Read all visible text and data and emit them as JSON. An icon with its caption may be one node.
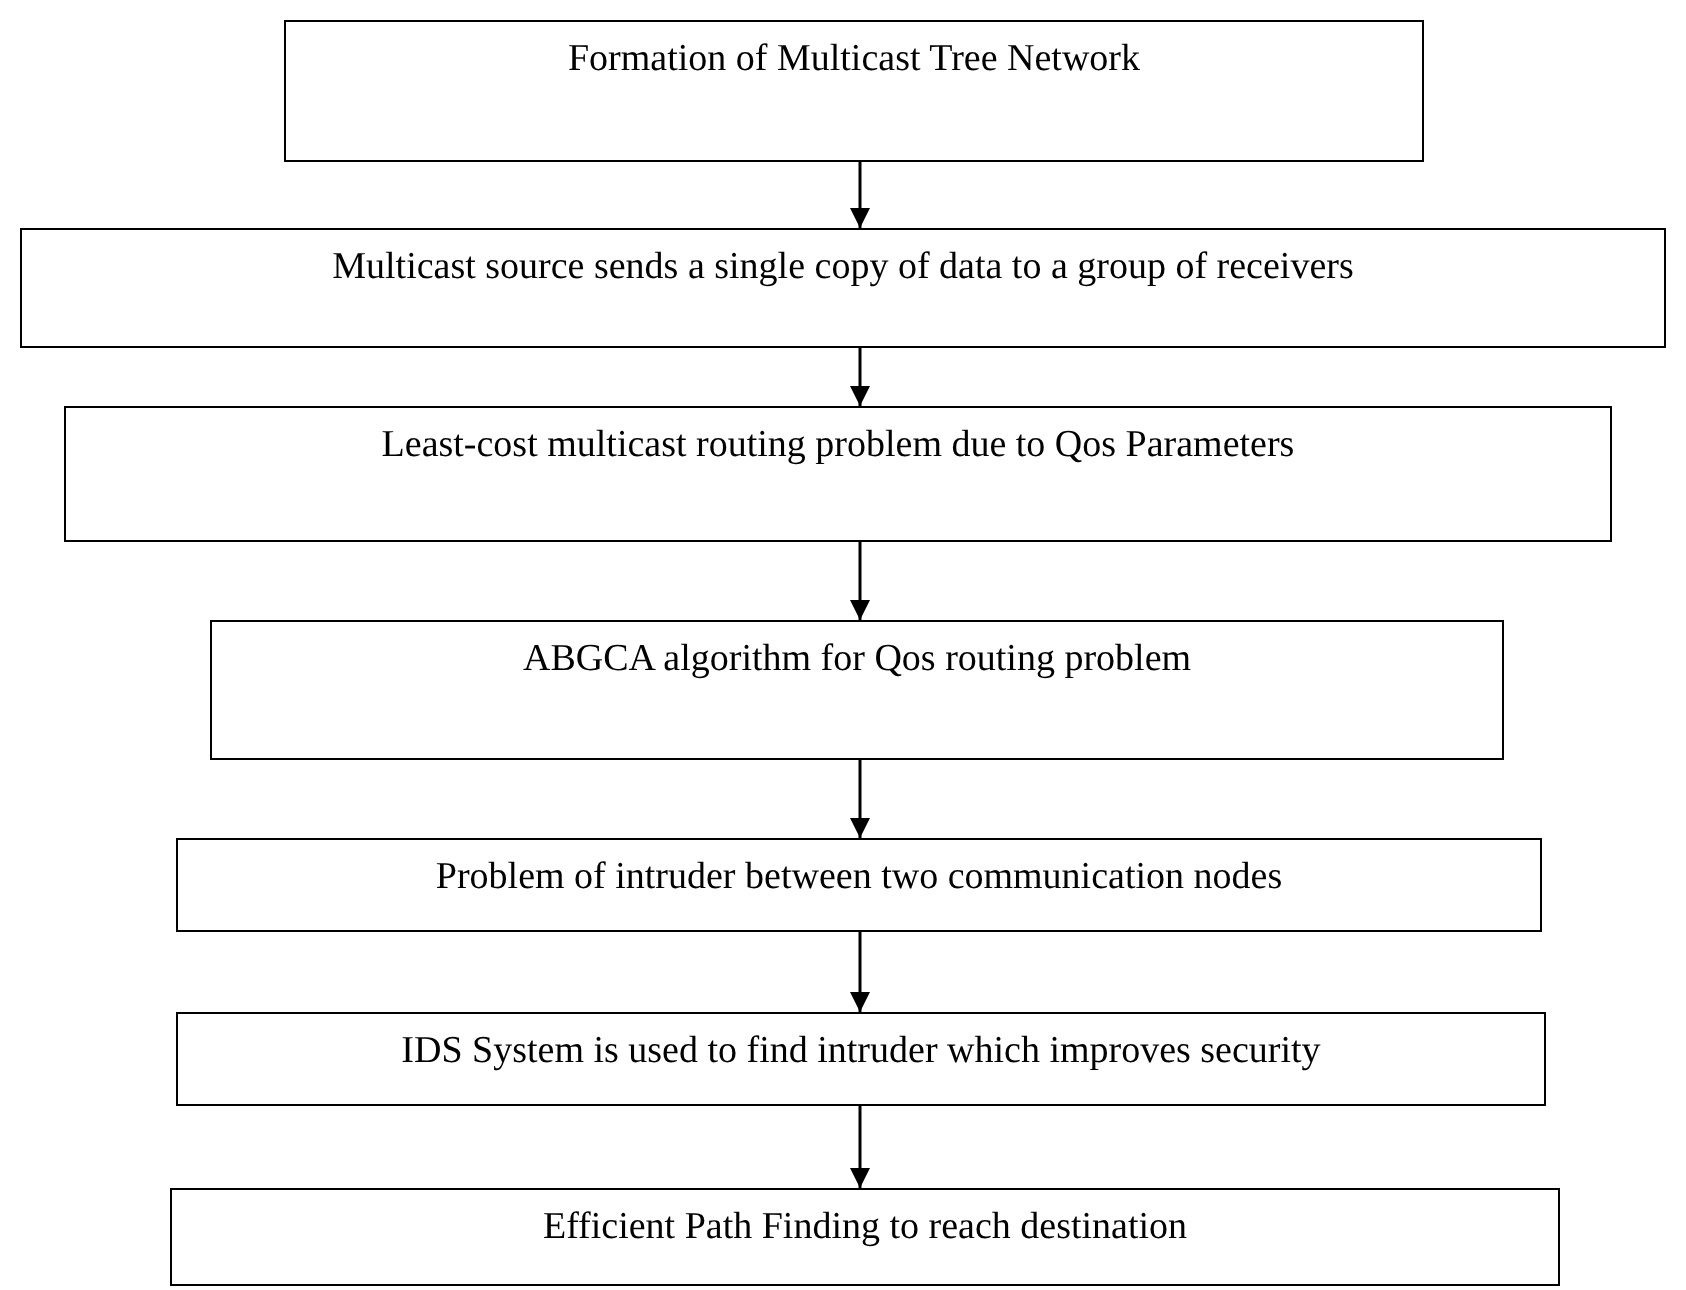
{
  "diagram": {
    "nodes": [
      {
        "text": [
          "Formation of Multicast Tree Network"
        ]
      },
      {
        "text": [
          "Multicast source sends a single copy of data to a group of receivers"
        ]
      },
      {
        "text": [
          "Least-cost multicast routing problem due to Qos Parameters"
        ]
      },
      {
        "text": [
          "ABGCA algorithm for Qos routing problem"
        ]
      },
      {
        "text": [
          "Problem of intruder between two communication nodes"
        ]
      },
      {
        "text": [
          "IDS System is used to find intruder which improves security"
        ]
      },
      {
        "text": [
          "Efficient Path Finding to reach destination"
        ]
      }
    ],
    "edges": [
      {
        "from": 0,
        "to": 1,
        "arrow": "to"
      },
      {
        "from": 1,
        "to": 2,
        "arrow": "to"
      },
      {
        "from": 2,
        "to": 3,
        "arrow": "to"
      },
      {
        "from": 3,
        "to": 4,
        "arrow": "to"
      },
      {
        "from": 4,
        "to": 5,
        "arrow": "to"
      },
      {
        "from": 5,
        "to": 6,
        "arrow": "to"
      }
    ]
  }
}
